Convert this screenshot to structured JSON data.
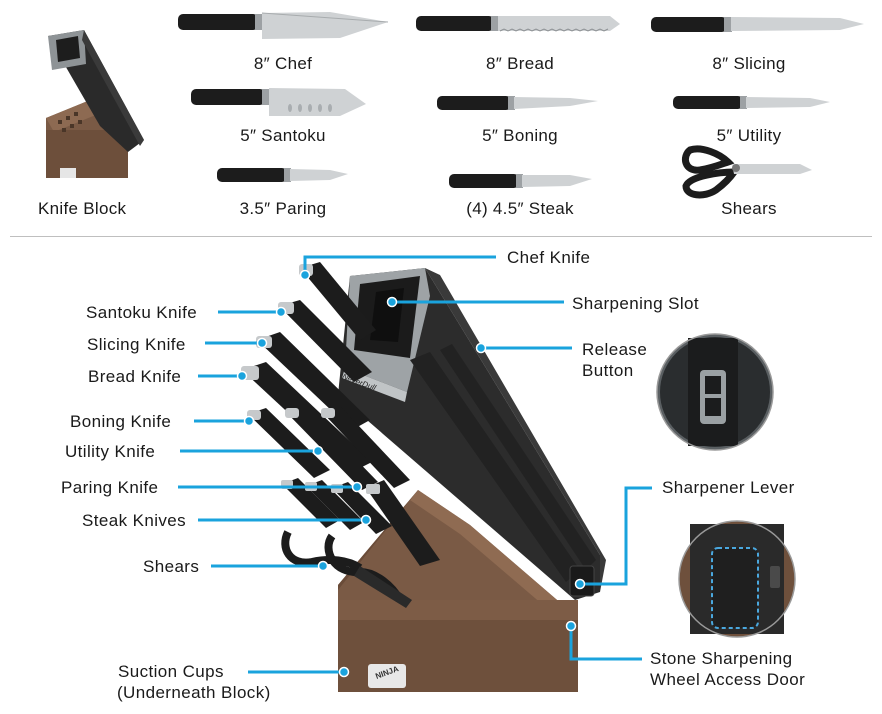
{
  "top_grid": {
    "block_label": "Knife Block",
    "items": [
      {
        "label": "8″ Chef",
        "icon": "chef-knife-icon"
      },
      {
        "label": "8″ Bread",
        "icon": "bread-knife-icon"
      },
      {
        "label": "8″ Slicing",
        "icon": "slicing-knife-icon"
      },
      {
        "label": "5″ Santoku",
        "icon": "santoku-knife-icon"
      },
      {
        "label": "5″ Boning",
        "icon": "boning-knife-icon"
      },
      {
        "label": "5″ Utility",
        "icon": "utility-knife-icon"
      },
      {
        "label": "3.5″ Paring",
        "icon": "paring-knife-icon"
      },
      {
        "label": "(4) 4.5″ Steak",
        "icon": "steak-knife-icon"
      },
      {
        "label": "Shears",
        "icon": "shears-icon"
      }
    ]
  },
  "callouts": {
    "chef_knife": "Chef Knife",
    "santoku_knife": "Santoku Knife",
    "slicing_knife": "Slicing Knife",
    "bread_knife": "Bread Knife",
    "boning_knife": "Boning Knife",
    "utility_knife": "Utility Knife",
    "paring_knife": "Paring Knife",
    "steak_knives": "Steak Knives",
    "shears": "Shears",
    "suction_cups_line1": "Suction Cups",
    "suction_cups_line2": "(Underneath Block)",
    "sharpening_slot": "Sharpening Slot",
    "release_button_line1": "Release",
    "release_button_line2": "Button",
    "sharpener_lever": "Sharpener Lever",
    "stone_door_line1": "Stone Sharpening",
    "stone_door_line2": "Wheel Access Door"
  },
  "block_text": {
    "brand": "NINJA",
    "sharpener_brand": "NeverDull"
  },
  "colors": {
    "callout_line": "#1aa3dd",
    "wood": "#7a5a45",
    "blade": "#cfd2d4",
    "handle": "#1c1c1c"
  }
}
